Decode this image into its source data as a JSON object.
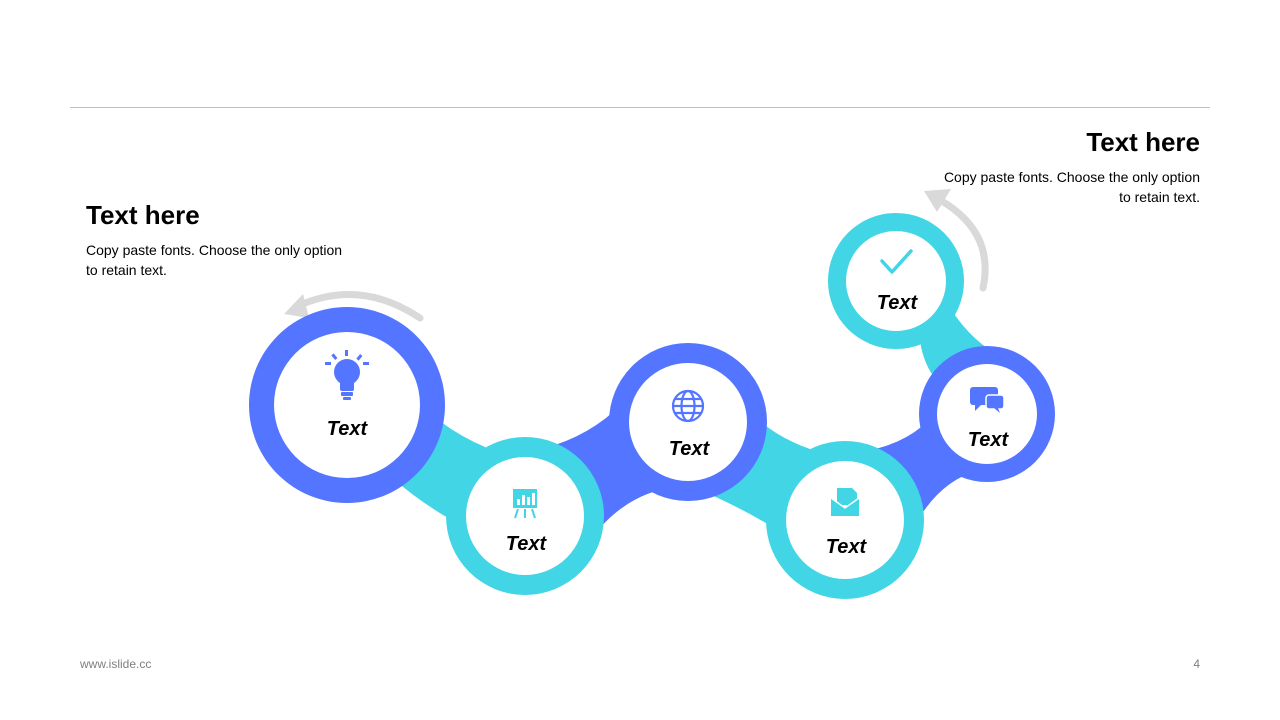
{
  "colors": {
    "blue": "#5475FF",
    "cyan": "#41D5E6",
    "arrow": "#D9D9D9"
  },
  "left_block": {
    "title": "Text here",
    "body_line1": "Copy paste fonts. Choose the only option",
    "body_line2": "to retain text."
  },
  "right_block": {
    "title": "Text here",
    "body_line1": "Copy paste fonts. Choose the only option",
    "body_line2": "to retain text."
  },
  "nodes": [
    {
      "label": "Text",
      "icon": "lightbulb-icon",
      "color": "blue"
    },
    {
      "label": "Text",
      "icon": "presentation-chart-icon",
      "color": "cyan"
    },
    {
      "label": "Text",
      "icon": "globe-icon",
      "color": "blue"
    },
    {
      "label": "Text",
      "icon": "mail-open-icon",
      "color": "cyan"
    },
    {
      "label": "Text",
      "icon": "chat-bubbles-icon",
      "color": "blue"
    },
    {
      "label": "Text",
      "icon": "checkmark-icon",
      "color": "cyan"
    }
  ],
  "footer": {
    "url": "www.islide.cc",
    "page": "4"
  }
}
